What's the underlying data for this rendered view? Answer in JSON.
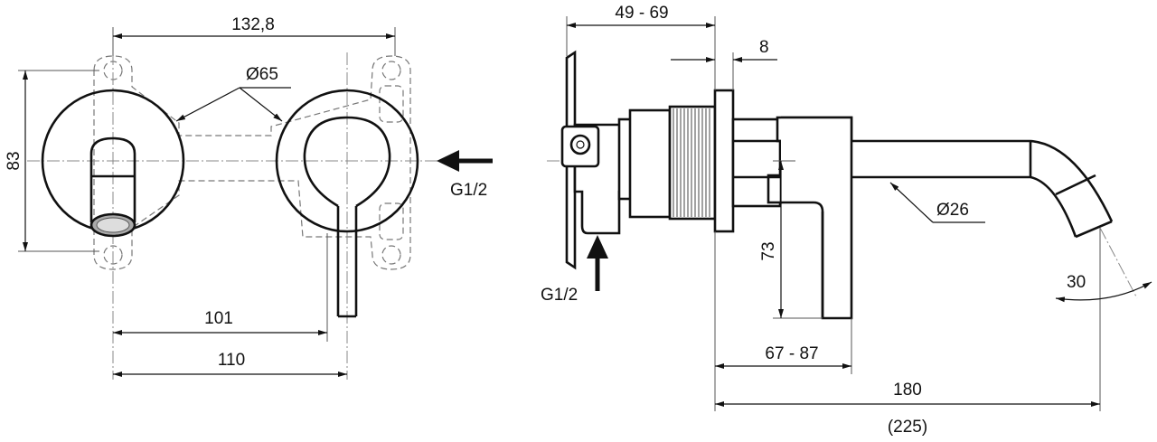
{
  "front_view": {
    "overall_width": "132,8",
    "diameter": "Ø65",
    "height": "83",
    "inlet": "G1/2",
    "center_distance_a": "101",
    "center_distance_b": "110"
  },
  "side_view": {
    "wall_depth": "49 - 69",
    "plate_thickness": "8",
    "inlet": "G1/2",
    "spout_diameter": "Ø26",
    "lever_height": "73",
    "lever_projection": "67 - 87",
    "spout_length": "180",
    "spout_length_alt": "(225)",
    "spout_angle": "30"
  }
}
